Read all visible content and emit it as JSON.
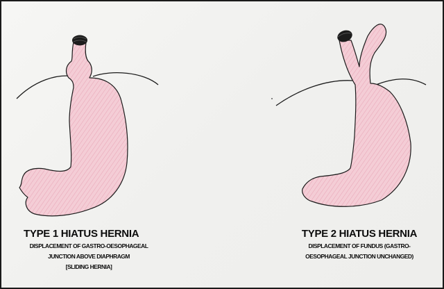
{
  "left_panel": {
    "title": "TYPE 1 HIATUS HERNIA",
    "description_lines": [
      "DISPLACEMENT OF GASTRO-OESOPHAGEAL",
      "JUNCTION ABOVE DIAPHRAGM",
      "[SLIDING HERNIA]"
    ]
  },
  "right_panel": {
    "title": "TYPE 2 HIATUS HERNIA",
    "description_lines": [
      "DISPLACEMENT OF FUNDUS (GASTRO-",
      "OESOPHAGEAL JUNCTION UNCHANGED)"
    ]
  },
  "colors": {
    "stomach_fill": "#f2c8d2",
    "outline": "#1a1a1a",
    "background": "#f3f3f1"
  }
}
